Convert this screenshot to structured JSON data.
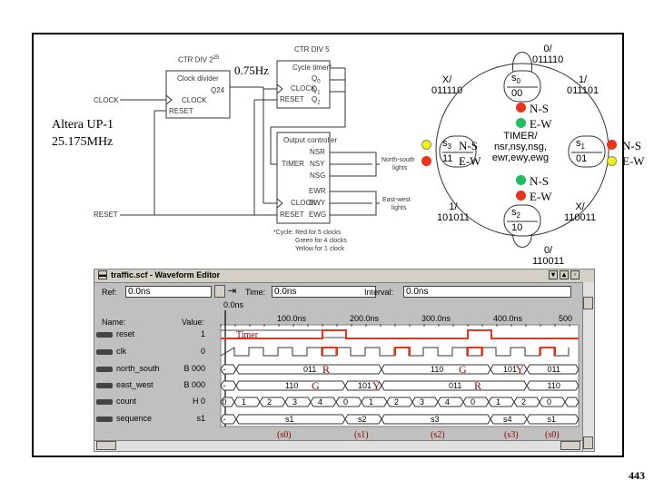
{
  "page": {
    "number": "443"
  },
  "schematic": {
    "clock_divider": {
      "title": "CTR DIV 2",
      "exp": "25",
      "name": "Clock divider",
      "out": "Q24",
      "in_clock": "CLOCK",
      "in_reset": "RESET"
    },
    "cycle_timer": {
      "title": "CTR DIV 5",
      "name": "Cycle timer*",
      "q0": "Q",
      "q0s": "0",
      "q1": "Q",
      "q1s": "1",
      "q2": "Q",
      "q2s": "2",
      "in_clock": "CLOCK",
      "in_reset": "RESET"
    },
    "output_controller": {
      "name": "Output controller",
      "timer": "TIMER",
      "nsr": "NSR",
      "nsy": "NSY",
      "nsg": "NSG",
      "ewr": "EWR",
      "ewy": "EWY",
      "ewg": "EWG",
      "in_clock": "CLOCK",
      "in_reset": "RESET"
    },
    "clock_input": "CLOCK",
    "reset_input": "RESET",
    "ns_lights": [
      "North-south",
      "lights"
    ],
    "ew_lights": [
      "East-west",
      "lights"
    ],
    "footnote": [
      "*Cycle: Red for 5 clocks",
      "Green for 4 clocks",
      "Yellow for 1 clock"
    ],
    "freq_label": "0.75Hz",
    "board": [
      "Altera UP-1",
      "25.175MHz"
    ]
  },
  "state_diagram": {
    "states": [
      {
        "name": "s",
        "sub": "0",
        "code": "00"
      },
      {
        "name": "s",
        "sub": "1",
        "code": "01"
      },
      {
        "name": "s",
        "sub": "2",
        "code": "10"
      },
      {
        "name": "s",
        "sub": "3",
        "code": "11"
      }
    ],
    "center": [
      "TIMER/",
      "nsr,nsy,nsg,",
      "ewr,ewy,ewg"
    ],
    "edges": [
      [
        "0/",
        "011110"
      ],
      [
        "1/",
        "011101"
      ],
      [
        "X/",
        "011110"
      ],
      [
        "X/",
        "110011"
      ],
      [
        "1/",
        "101011"
      ],
      [
        "0/",
        "110011"
      ]
    ],
    "overlays": {
      "top": [
        "N-S",
        "E-W"
      ],
      "right": [
        "N-S",
        "E-W"
      ],
      "left": [
        "N-S",
        "E-W"
      ],
      "bottom": [
        "N-S",
        "E-W"
      ]
    },
    "colors": {
      "red": "#e8341c",
      "green": "#1fbf5f",
      "yellow": "#f5f500"
    }
  },
  "waveform": {
    "title": "traffic.scf - Waveform Editor",
    "ref_label": "Ref:",
    "ref_value": "0.0ns",
    "time_label": "Time:",
    "time_value": "0.0ns",
    "interval_label": "Interval:",
    "interval_value": "0.0ns",
    "cursor_label": "0.0ns",
    "name_header": "Name:",
    "value_header": "Value:",
    "ticks": [
      "100.0ns",
      "200.0ns",
      "300.0ns",
      "400.0ns",
      "500"
    ],
    "signals": [
      {
        "name": "reset",
        "value": "1"
      },
      {
        "name": "clk",
        "value": "0"
      },
      {
        "name": "north_south",
        "value": "B 000"
      },
      {
        "name": "east_west",
        "value": "B 000"
      },
      {
        "name": "count",
        "value": "H 0"
      },
      {
        "name": "sequence",
        "value": "s1"
      }
    ],
    "ns_values": [
      "-",
      "011",
      "110",
      "101",
      "011"
    ],
    "ew_values": [
      "-",
      "110",
      "101",
      "011",
      "110"
    ],
    "count_values": [
      "0",
      "1",
      "2",
      "3",
      "4",
      "0",
      "1",
      "2",
      "3",
      "4",
      "0",
      "1",
      "2",
      "0"
    ],
    "seq_values": [
      "-",
      "s1",
      "s2",
      "s3",
      "s4",
      "s1"
    ],
    "annotations": {
      "timer": "Timer",
      "states": [
        "(s0)",
        "(s1)",
        "(s2)",
        "(s3)",
        "(s0)"
      ],
      "ns_marks": [
        "R",
        "G",
        "Y"
      ],
      "ew_marks": [
        "G",
        "Y",
        "R"
      ]
    }
  }
}
